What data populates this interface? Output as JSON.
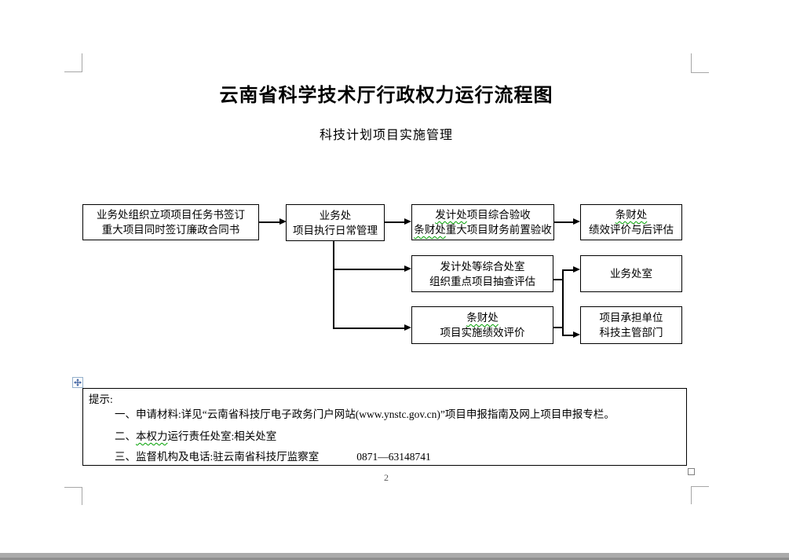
{
  "document": {
    "title": "云南省科学技术厅行政权力运行流程图",
    "subtitle": "科技计划项目实施管理",
    "page_number": "2"
  },
  "flowchart": {
    "box_task_signing": {
      "line1": "业务处组织立项项目任务书签订",
      "line2": "重大项目同时签订廉政合同书"
    },
    "box_daily_management": {
      "line1": "业务处",
      "line2": "项目执行日常管理"
    },
    "box_acceptance": {
      "line1_flagged": "发计处",
      "line1_rest": "项目综合验收",
      "line2_flagged": "条财处",
      "line2_rest": "重大项目财务前置验收"
    },
    "box_post_evaluation": {
      "line1_flagged": "条财处",
      "line2": "绩效评价与后评估"
    },
    "box_spot_check": {
      "line1": "发计处等综合处室",
      "line2": "组织重点项目抽查评估"
    },
    "box_business_offices": {
      "line1": "业务处室"
    },
    "box_performance_eval": {
      "line1_flagged": "条财处",
      "line2": "项目实施绩效评价"
    },
    "box_undertaker": {
      "line1": "项目承担单位",
      "line2": "科技主管部门"
    }
  },
  "notes": {
    "label": "提示:",
    "item1": "一、申请材料:详见“云南省科技厅电子政务门户网站(www.ynstc.gov.cn)”项目申报指南及网上项目申报专栏。",
    "item2_prefix": "二、",
    "item2_flagged": "本权力",
    "item2_rest": "运行责任处室:相关处室",
    "item3": "三、监督机构及电话:驻云南省科技厅监察室",
    "item3_phone": "0871—63148741"
  },
  "colors": {
    "line": "#000000",
    "crop_mark": "#a6a6a6",
    "squiggle": "#00a000",
    "handle_border": "#94b0cc",
    "handle_arrow": "#3b5fa0",
    "page_number": "#595959",
    "bottom_strip": "#ababab"
  }
}
